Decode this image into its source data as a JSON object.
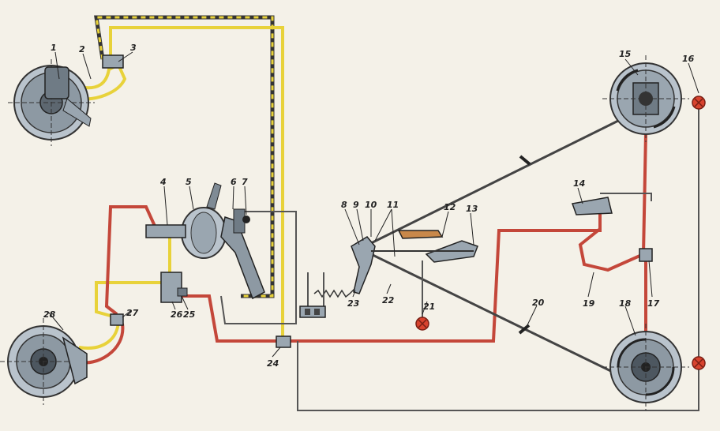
{
  "colors": {
    "background": "#f4f1e8",
    "yellow_line": "#e8d23a",
    "red_line": "#c4473a",
    "cable": "#444444",
    "wire": "#555555",
    "lamp": "#d8432e",
    "metal": "#b9c3cc",
    "handle": "#c8884a"
  },
  "labels": {
    "l1": "1",
    "l2": "2",
    "l3": "3",
    "l4": "4",
    "l5": "5",
    "l6": "6",
    "l7": "7",
    "l8": "8",
    "l9": "9",
    "l10": "10",
    "l11": "11",
    "l12": "12",
    "l13": "13",
    "l14": "14",
    "l15": "15",
    "l16": "16",
    "l17": "17",
    "l18": "18",
    "l19": "19",
    "l20": "20",
    "l21": "21",
    "l22": "22",
    "l23": "23",
    "l24": "24",
    "l25": "25",
    "l26": "26",
    "l27": "27",
    "l28": "28"
  },
  "icons": {
    "front_left_brake": "disc-brake-icon",
    "front_right_brake": "disc-brake-icon",
    "rear_upper_brake": "drum-brake-icon",
    "rear_lower_brake": "drum-brake-icon",
    "booster": "vacuum-booster-icon",
    "warning_lamp": "warning-lamp-icon"
  }
}
